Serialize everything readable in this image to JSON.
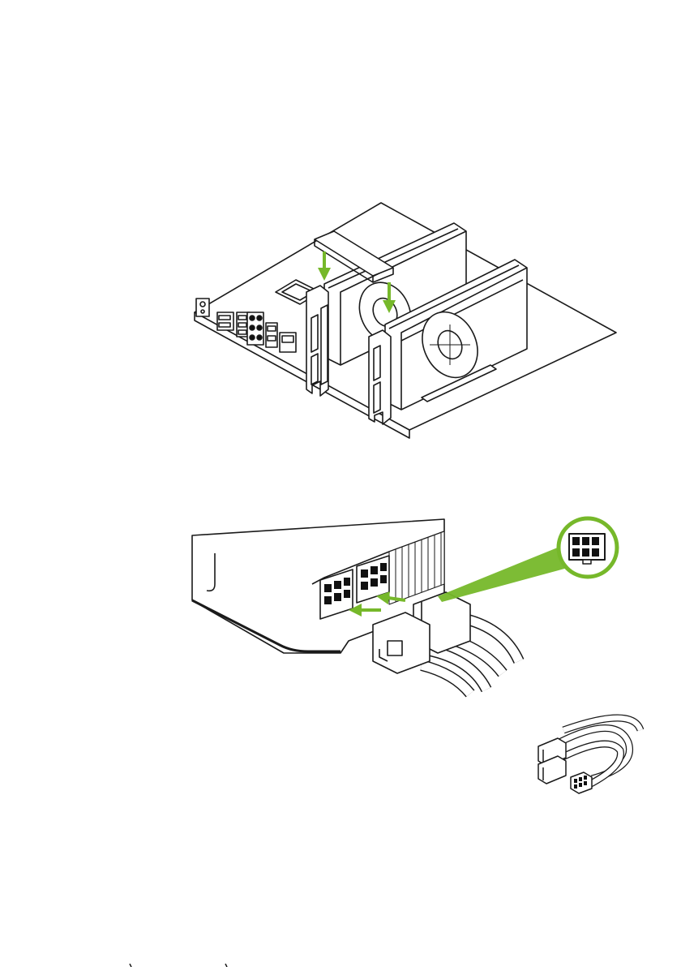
{
  "page": {
    "background": "#ffffff"
  },
  "figures": [
    {
      "id": "sli-install",
      "description_icon": "two-graphics-cards-with-bridge-icon"
    },
    {
      "id": "power-connect",
      "description_icon": "pcie-power-connector-icon"
    },
    {
      "id": "adapter-cable",
      "description_icon": "power-adapter-cable-icon"
    }
  ],
  "colors": {
    "accent_green": "#76b82a",
    "line": "#1a1a1a",
    "fill_light": "#ffffff",
    "fill_dark": "#111111"
  }
}
